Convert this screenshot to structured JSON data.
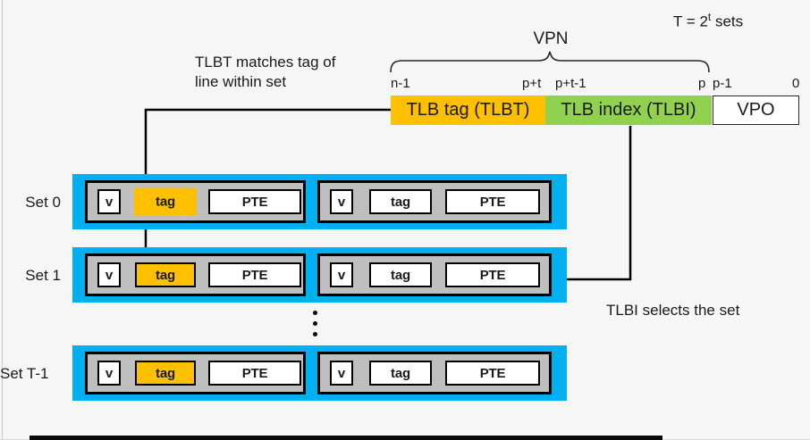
{
  "colors": {
    "background": "#F6F6F6",
    "tlb_tag_orange": "#FFC000",
    "tlb_index_green": "#92D050",
    "set_cyan": "#00B0F0",
    "entry_gray": "#BFBFBF",
    "line_black": "#000000"
  },
  "header": {
    "sets_formula": {
      "prefix": "T = 2",
      "exponent": "t",
      "suffix": " sets"
    },
    "vpn_label": "VPN"
  },
  "bit_labels": {
    "n_minus_1": "n-1",
    "p_plus_t": "p+t",
    "p_plus_t_minus_1": "p+t-1",
    "p": "p",
    "p_minus_1": "p-1",
    "zero": "0"
  },
  "address_fields": {
    "tlb_tag": "TLB tag (TLBT)",
    "tlb_index": "TLB index (TLBI)",
    "vpo": "VPO"
  },
  "annotations": {
    "tlbt_note_line1": "TLBT matches tag of",
    "tlbt_note_line2": "line within set",
    "tlbi_note": "TLBI selects the set"
  },
  "sets": [
    {
      "label": "Set 0"
    },
    {
      "label": "Set 1"
    },
    {
      "label": "Set T-1"
    }
  ],
  "entry_fields": {
    "valid": "v",
    "tag": "tag",
    "pte": "PTE"
  }
}
